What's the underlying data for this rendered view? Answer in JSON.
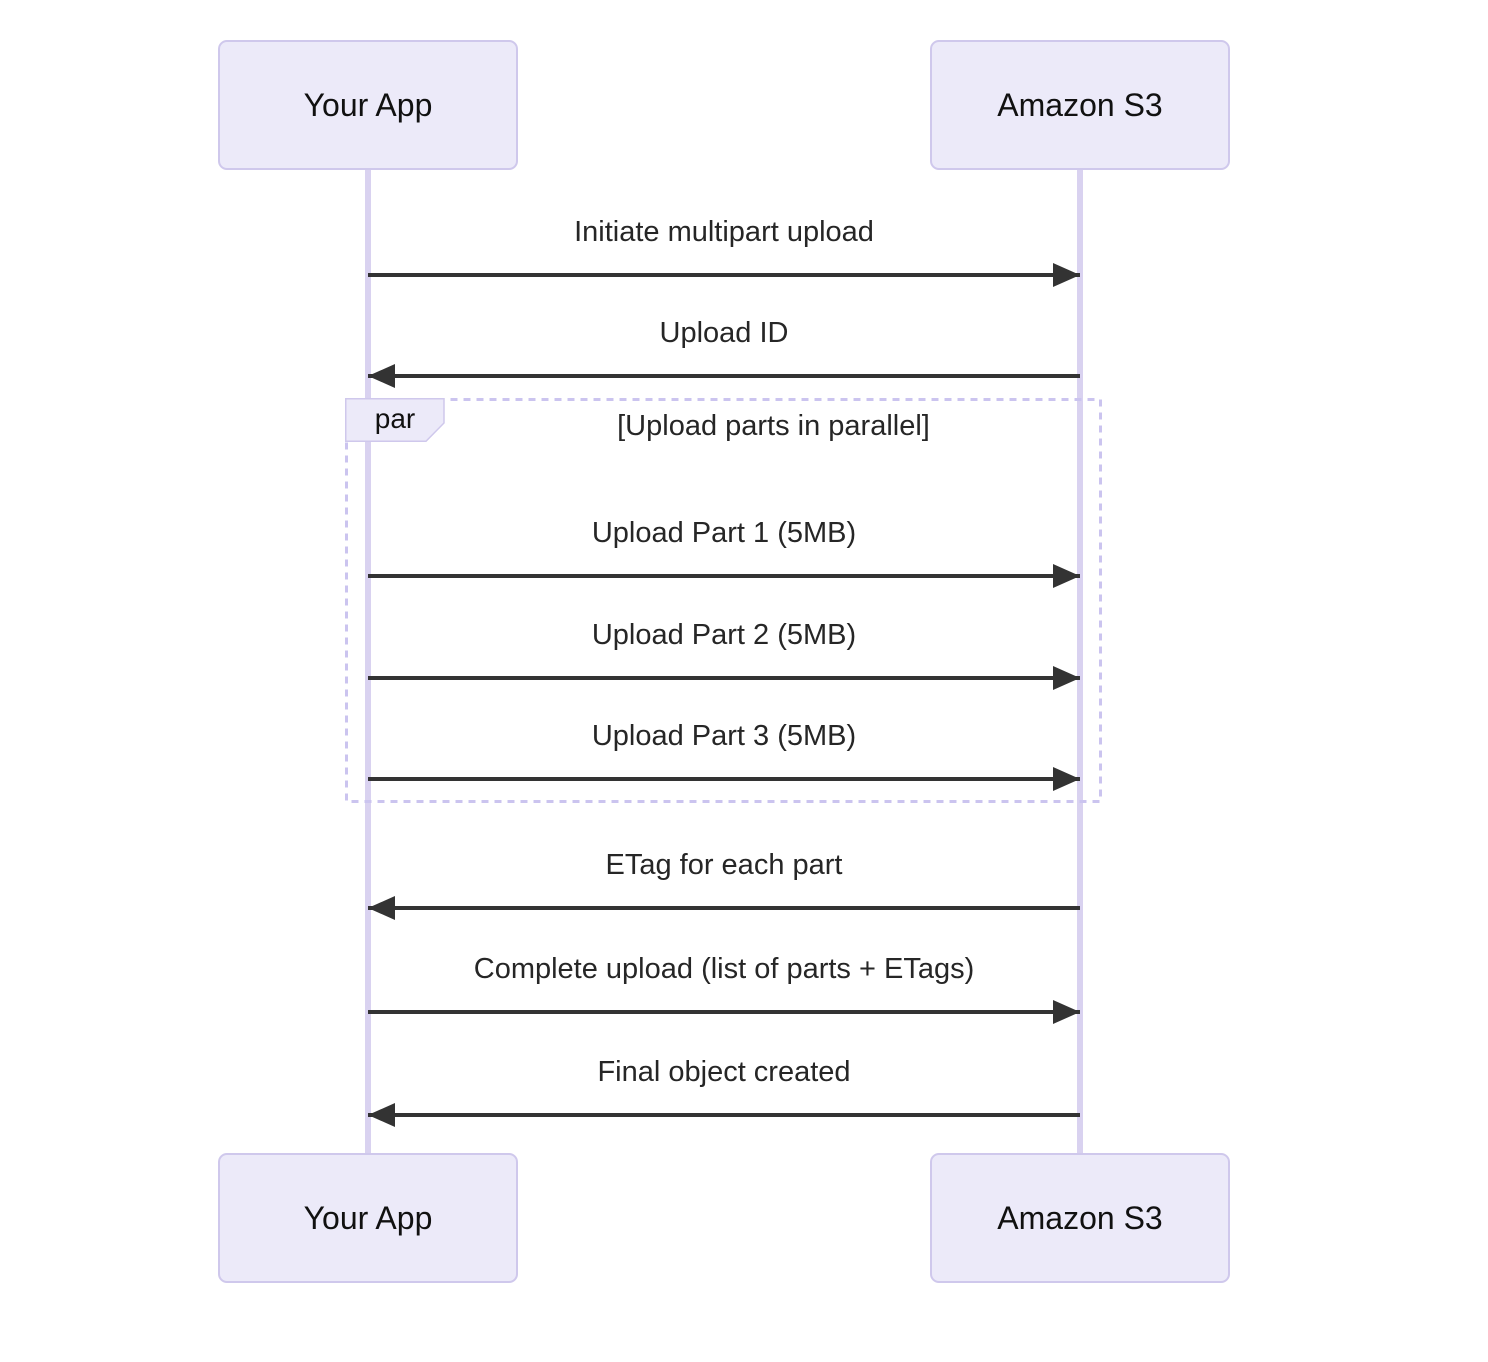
{
  "actors": [
    {
      "name": "Your App"
    },
    {
      "name": "Amazon S3"
    }
  ],
  "messages": {
    "pre_par": [
      {
        "text": "Initiate multipart upload",
        "direction": "right"
      },
      {
        "text": "Upload ID",
        "direction": "left"
      }
    ],
    "par_block": {
      "label": "par",
      "condition": "[Upload parts in parallel]",
      "messages": [
        {
          "text": "Upload Part 1 (5MB)",
          "direction": "right"
        },
        {
          "text": "Upload Part 2 (5MB)",
          "direction": "right"
        },
        {
          "text": "Upload Part 3 (5MB)",
          "direction": "right"
        }
      ]
    },
    "post_par": [
      {
        "text": "ETag for each part",
        "direction": "left"
      },
      {
        "text": "Complete upload (list of parts + ETags)",
        "direction": "right"
      },
      {
        "text": "Final object created",
        "direction": "left"
      }
    ]
  },
  "colors": {
    "actor_fill": "#ECEAF9",
    "actor_border": "#CFC8EC",
    "actor_text": "#111111",
    "lifeline": "#D9D2F0",
    "arrow": "#333333",
    "message_text": "#262626",
    "par_border": "#CBC4EF"
  }
}
